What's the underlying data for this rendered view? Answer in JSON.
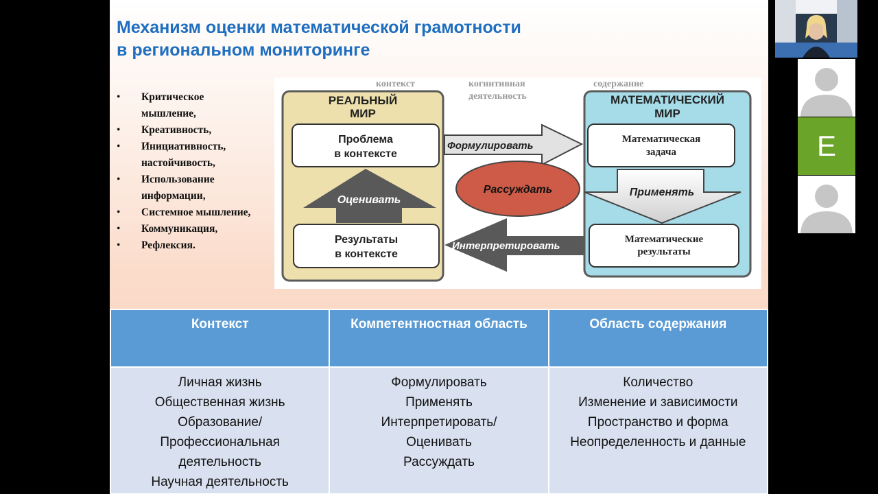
{
  "slide": {
    "title_line1": "Механизм оценки математической грамотности",
    "title_line2": "в региональном мониторинге",
    "bullets": [
      "Критическое мышление,",
      "Креативность,",
      "Инициативность, настойчивость,",
      "Использование информации,",
      "Системное мышление,",
      "Коммуникация,",
      "Рефлексия."
    ],
    "diagram": {
      "top_labels": {
        "context": "контекст",
        "cognitive_1": "когнитивная",
        "cognitive_2": "деятельность",
        "content": "содержание"
      },
      "real_world_1": "РЕАЛЬНЫЙ",
      "real_world_2": "МИР",
      "math_world_1": "МАТЕМАТИЧЕСКИЙ",
      "math_world_2": "МИР",
      "problem_1": "Проблема",
      "problem_2": "в контексте",
      "results_1": "Результаты",
      "results_2": "в контексте",
      "evaluate": "Оценивать",
      "formulate": "Формулировать",
      "reason": "Рассуждать",
      "interpret": "Интерпретировать",
      "math_task_1": "Математическая",
      "math_task_2": "задача",
      "apply": "Применять",
      "math_results_1": "Математические",
      "math_results_2": "результаты",
      "colors": {
        "real_world": "#ede0ac",
        "math_world": "#a6dbe8",
        "reason_ellipse": "#cd5b47",
        "arrow_light": "#e2e2e2",
        "arrow_dark": "#595959"
      }
    },
    "table": {
      "headers": [
        "Контекст",
        "Компетентностная область",
        "Область содержания"
      ],
      "columns": [
        [
          "Личная жизнь",
          "Общественная жизнь",
          "Образование/",
          "Профессиональная",
          "деятельность",
          "Научная деятельность"
        ],
        [
          "Формулировать",
          "Применять",
          "Интерпретировать/",
          "Оценивать",
          "Рассуждать"
        ],
        [
          "Количество",
          "Изменение и зависимости",
          "Пространство и форма",
          "Неопределенность и данные"
        ]
      ],
      "colors": {
        "header": "#5b9bd5",
        "body": "#d9e1f0"
      }
    },
    "title_color": "#1f6ebf"
  },
  "video_panel": {
    "participants": [
      {
        "type": "camera",
        "icon": "presenter-video"
      },
      {
        "type": "avatar",
        "icon": "person-silhouette-icon"
      },
      {
        "type": "initial",
        "initial": "E",
        "color": "#6aa428"
      },
      {
        "type": "avatar",
        "icon": "person-silhouette-icon"
      }
    ]
  }
}
